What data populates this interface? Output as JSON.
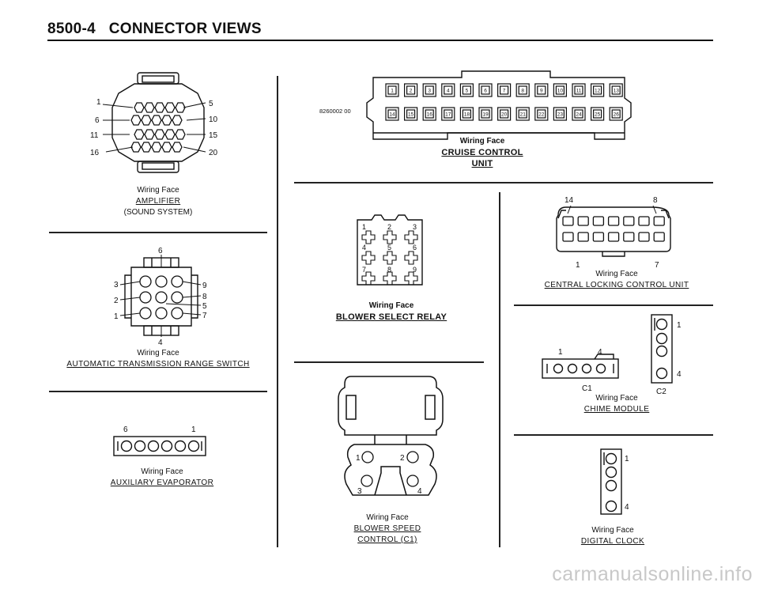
{
  "header": {
    "section": "8500-4",
    "title": "CONNECTOR VIEWS"
  },
  "wiring_face_label": "Wiring Face",
  "amplifier": {
    "name": "AMPLIFIER",
    "subname": "(SOUND SYSTEM)",
    "pins": [
      "1",
      "5",
      "6",
      "10",
      "11",
      "15",
      "16",
      "20"
    ]
  },
  "trans_switch": {
    "name": "AUTOMATIC TRANSMISSION RANGE SWITCH",
    "pins": [
      "6",
      "3",
      "9",
      "2",
      "8",
      "5",
      "1",
      "7",
      "4"
    ]
  },
  "aux_evap": {
    "name": "AUXILIARY EVAPORATOR",
    "pins": [
      "6",
      "1"
    ]
  },
  "cruise": {
    "code": "8260002 00",
    "name_line1": "CRUISE CONTROL",
    "name_line2": "UNIT",
    "top_pins": [
      "1",
      "2",
      "3",
      "4",
      "5",
      "6",
      "7",
      "8",
      "9",
      "10",
      "11",
      "12",
      "13"
    ],
    "bottom_pins": [
      "14",
      "15",
      "16",
      "17",
      "18",
      "19",
      "20",
      "21",
      "22",
      "23",
      "24",
      "25",
      "26"
    ]
  },
  "blower_relay": {
    "name": "BLOWER SELECT RELAY",
    "pins": [
      "1",
      "2",
      "3",
      "4",
      "5",
      "6",
      "7",
      "8",
      "9"
    ]
  },
  "blower_speed": {
    "name_line1": "BLOWER SPEED",
    "name_line2": "CONTROL (C1)",
    "pins": [
      "1",
      "2",
      "3",
      "4"
    ]
  },
  "central_locking": {
    "name": "CENTRAL LOCKING CONTROL UNIT",
    "pins": [
      "14",
      "8",
      "1",
      "7"
    ]
  },
  "chime": {
    "name": "CHIME MODULE",
    "c1_pins": [
      "1",
      "4"
    ],
    "c1_label": "C1",
    "c2_pins": [
      "1",
      "4"
    ],
    "c2_label": "C2"
  },
  "digital_clock": {
    "name": "DIGITAL CLOCK",
    "pins": [
      "1",
      "4"
    ]
  },
  "watermark": "carmanualsonline.info"
}
